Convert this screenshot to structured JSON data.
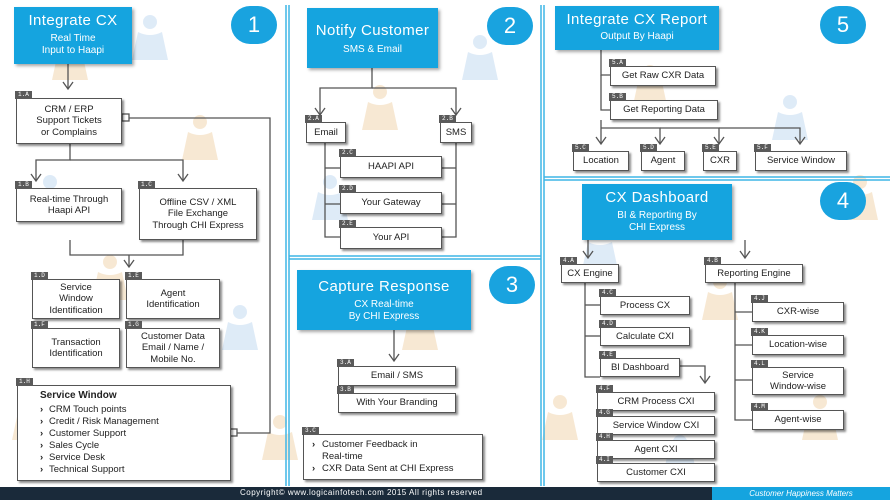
{
  "section1": {
    "number": "1",
    "title": "Integrate CX",
    "subtitle_line1": "Real Time",
    "subtitle_line2": "Input to Haapi",
    "boxes": [
      {
        "tag": "1.A",
        "lines": [
          "CRM / ERP",
          "Support Tickets",
          "or Complains"
        ]
      },
      {
        "tag": "1.B",
        "lines": [
          "Real-time Through",
          "Haapi API"
        ]
      },
      {
        "tag": "1.C",
        "lines": [
          "Offline CSV / XML",
          "File Exchange",
          "Through CHI Express"
        ]
      },
      {
        "tag": "1.D",
        "lines": [
          "Service",
          "Window",
          "Identification"
        ]
      },
      {
        "tag": "1.E",
        "lines": [
          "Agent",
          "Identification"
        ]
      },
      {
        "tag": "1.F",
        "lines": [
          "Transaction",
          "Identification"
        ]
      },
      {
        "tag": "1.G",
        "lines": [
          "Customer Data",
          "Email / Name /",
          "Mobile No."
        ]
      }
    ],
    "service_window": {
      "tag": "1.H",
      "heading": "Service Window",
      "items": [
        "CRM Touch points",
        "Credit / Risk Management",
        "Customer Support",
        "Sales Cycle",
        "Service Desk",
        "Technical Support"
      ]
    }
  },
  "section2": {
    "number": "2",
    "title": "Notify Customer",
    "subtitle": "SMS & Email",
    "boxes": [
      {
        "tag": "2.A",
        "label": "Email"
      },
      {
        "tag": "2.B",
        "label": "SMS"
      },
      {
        "tag": "2.C",
        "label": "HAAPI API"
      },
      {
        "tag": "2.D",
        "label": "Your Gateway"
      },
      {
        "tag": "2.E",
        "label": "Your API"
      }
    ]
  },
  "section3": {
    "number": "3",
    "title": "Capture Response",
    "subtitle_line1": "CX Real-time",
    "subtitle_line2": "By CHI Express",
    "boxes": [
      {
        "tag": "3.A",
        "label": "Email / SMS"
      },
      {
        "tag": "3.B",
        "label": "With Your Branding"
      }
    ],
    "feedback": {
      "tag": "3.C",
      "items": [
        "Customer  Feedback in",
        "Real-time",
        "CXR Data Sent at CHI Express"
      ]
    }
  },
  "section4": {
    "number": "4",
    "title": "CX Dashboard",
    "subtitle_line1": "BI & Reporting By",
    "subtitle_line2": "CHI Express",
    "boxes": [
      {
        "tag": "4.A",
        "label": "CX Engine"
      },
      {
        "tag": "4.B",
        "label": "Reporting Engine"
      },
      {
        "tag": "4.C",
        "label": "Process CX"
      },
      {
        "tag": "4.D",
        "label": "Calculate CXI"
      },
      {
        "tag": "4.E",
        "label": "BI Dashboard"
      },
      {
        "tag": "4.F",
        "label": "CRM Process CXI"
      },
      {
        "tag": "4.G",
        "label": "Service Window CXI"
      },
      {
        "tag": "4.H",
        "label": "Agent CXI"
      },
      {
        "tag": "4.I",
        "label": "Customer CXI"
      },
      {
        "tag": "4.J",
        "label": "CXR-wise"
      },
      {
        "tag": "4.K",
        "label": "Location-wise"
      },
      {
        "tag": "4.L",
        "lines": [
          "Service",
          "Window-wise"
        ]
      },
      {
        "tag": "4.M",
        "label": "Agent-wise"
      }
    ]
  },
  "section5": {
    "number": "5",
    "title": "Integrate CX Report",
    "subtitle": "Output By Haapi",
    "boxes": [
      {
        "tag": "5.A",
        "label": "Get Raw CXR Data"
      },
      {
        "tag": "5.B",
        "label": "Get Reporting Data"
      },
      {
        "tag": "5.C",
        "label": "Location"
      },
      {
        "tag": "5.D",
        "label": "Agent"
      },
      {
        "tag": "5.E",
        "label": "CXR"
      },
      {
        "tag": "5.F",
        "label": "Service Window"
      }
    ]
  },
  "footer": {
    "copyright": "Copyright© www.logicainfotech.com 2015 All rights reserved",
    "tagline": "Customer Happiness Matters"
  },
  "colors": {
    "accent": "#15a4df",
    "footer_bg": "#1a2a3a",
    "divider": "#3fb6e6"
  }
}
